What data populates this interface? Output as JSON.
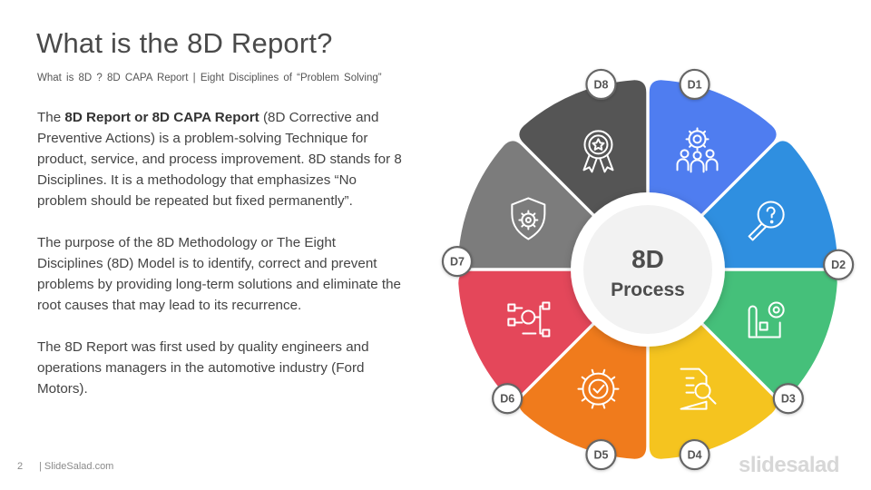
{
  "header": {
    "title": "What is the 8D Report?",
    "subtitle": "What is 8D ? 8D CAPA Report | Eight Disciplines of “Problem Solving”"
  },
  "body": {
    "p1_strong": "8D Report or 8D CAPA Report",
    "p1_lead": "The ",
    "p1_rest": " (8D Corrective and Preventive Actions) is a problem-solving Technique for product, service, and process improvement. 8D stands for 8 Disciplines. It is a methodology that emphasizes “No problem should be repeated but fixed permanently”.",
    "p2": "The purpose of the 8D Methodology or The Eight Disciplines (8D) Model is to identify, correct and prevent problems by providing long-term solutions and eliminate the root causes that may lead to its recurrence.",
    "p3": "The 8D Report was first used by quality engineers and operations managers in the automotive industry (Ford Motors)."
  },
  "center": {
    "line1": "8D",
    "line2": "Process"
  },
  "segments": [
    {
      "label": "D1",
      "color": "#4f7df0",
      "icon": "team-gear-icon"
    },
    {
      "label": "D2",
      "color": "#2f8fe0",
      "icon": "magnifier-question-icon"
    },
    {
      "label": "D3",
      "color": "#45c07a",
      "icon": "blueprint-gear-icon"
    },
    {
      "label": "D4",
      "color": "#f5c41f",
      "icon": "document-search-icon"
    },
    {
      "label": "D5",
      "color": "#f07b1c",
      "icon": "gear-check-icon"
    },
    {
      "label": "D6",
      "color": "#e4475a",
      "icon": "process-flow-icon"
    },
    {
      "label": "D7",
      "color": "#7c7c7c",
      "icon": "shield-gear-icon"
    },
    {
      "label": "D8",
      "color": "#555555",
      "icon": "award-medal-icon"
    }
  ],
  "footer": {
    "page_number": "2",
    "site": "| SlideSalad.com",
    "logo": "slidesalad"
  },
  "colors": {
    "title": "#4a4a4a",
    "text": "#444444",
    "badge_border": "#666666"
  }
}
